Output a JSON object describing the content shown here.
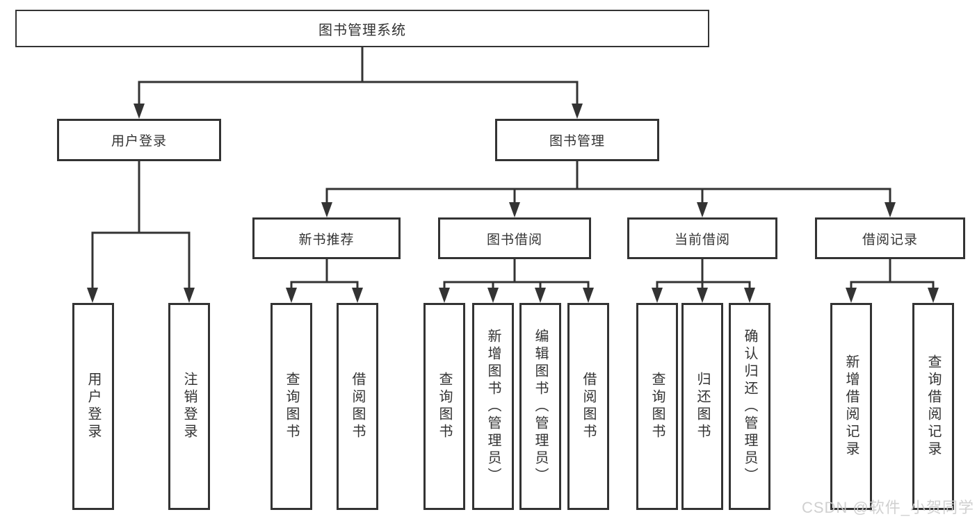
{
  "tree": {
    "root": "图书管理系统",
    "level1": {
      "user_login": "用户登录",
      "book_mgmt": "图书管理"
    },
    "level2": {
      "new_books": "新书推荐",
      "book_borrow": "图书借阅",
      "current_borrow": "当前借阅",
      "borrow_records": "借阅记录"
    },
    "leaves": {
      "user_login": [
        "用户登录",
        "注销登录"
      ],
      "new_books": [
        "查询图书",
        "借阅图书"
      ],
      "book_borrow": [
        "查询图书",
        "新增图书（管理员）",
        "编辑图书（管理员）",
        "借阅图书"
      ],
      "current_borrow": [
        "查询图书",
        "归还图书",
        "确认归还（管理员）"
      ],
      "borrow_records": [
        "新增借阅记录",
        "查询借阅记录"
      ]
    }
  },
  "watermark": "CSDN @软件_小贺同学",
  "colors": {
    "line": "#333333",
    "text": "#333333",
    "background": "#ffffff",
    "watermark": "#cccccc"
  }
}
